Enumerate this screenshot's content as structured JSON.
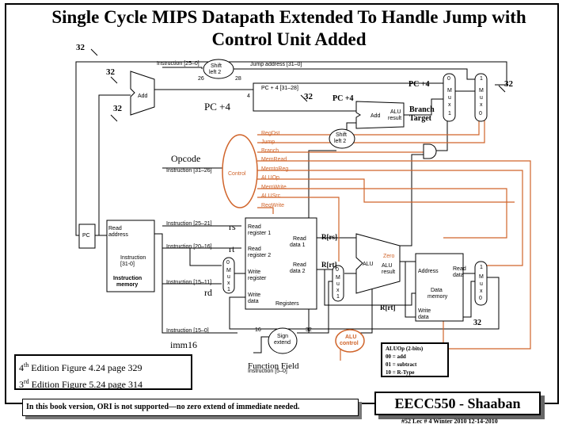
{
  "title": "Single Cycle MIPS Datapath Extended To Handle Jump with Control Unit Added",
  "labels": {
    "bits32_a": "32",
    "bits32_b": "32",
    "bits32_c": "32",
    "bits32_d": "32",
    "bits32_e": "32",
    "bits32_f": "32",
    "pc4_a": "PC +4",
    "pc4_b": "PC +4",
    "pc4_c": "PC +4",
    "branch_target": "Branch\nTarget",
    "opcode": "Opcode",
    "rs": "rs",
    "rt": "rt",
    "rd": "rd",
    "imm16": "imm16",
    "function_field": "Function Field",
    "r_rs": "R[rs]",
    "r_rt_a": "R[rt]",
    "r_rt_b": "R[rt]"
  },
  "units": {
    "pc": "PC",
    "instruction_memory": [
      "Read",
      "address",
      "Instruction",
      "[31-0]",
      "Instruction",
      "memory"
    ],
    "registers": [
      "Read",
      "register 1",
      "Read",
      "register 2",
      "Write",
      "register",
      "Write",
      "data",
      "Read",
      "data 1",
      "Read",
      "data 2",
      "Registers"
    ],
    "alu": [
      "ALU",
      "ALU",
      "result",
      "Zero"
    ],
    "data_memory": [
      "Address",
      "Read",
      "data",
      "Data",
      "memory",
      "Write",
      "data"
    ],
    "add1": "Add",
    "add2": "Add",
    "alu_add_result": [
      "ALU",
      "result"
    ],
    "shift_left_2_a": [
      "Shift",
      "left 2"
    ],
    "shift_left_2_b": [
      "Shift",
      "left 2"
    ],
    "sign_extend": [
      "Sign",
      "extend"
    ],
    "alu_control": [
      "ALU",
      "control"
    ],
    "control": "Control",
    "mux": [
      "M",
      "u",
      "x"
    ],
    "mux_inputs": [
      "0",
      "1"
    ]
  },
  "control_signals": [
    "RegDst",
    "Jump",
    "Branch",
    "MemRead",
    "MemtoReg",
    "ALUOp",
    "MemWrite",
    "ALUSrc",
    "RegWrite"
  ],
  "wire_labels": {
    "instr_25_0": "Instruction [25–0]",
    "jump_address": "Jump address [31–0]",
    "pc4_31_28": "PC + 4 [31–28]",
    "n26": "26",
    "n28": "28",
    "n4": "4",
    "instr_31_26": "Instruction [31–26]",
    "instr_25_21": "Instruction [25–21]",
    "instr_20_16": "Instruction [20–16]",
    "instr_15_11": "Instruction [15–11]",
    "instr_15_0": "Instruction [15–0]",
    "instr_5_0": "Instruction [5–0]",
    "n16": "16",
    "n32": "32"
  },
  "edition_notes": {
    "line1_pre": "4",
    "line1_sup": "th",
    "line1_post": " Edition Figure 4.24 page 329",
    "line2_pre": "3",
    "line2_sup": "rd",
    "line2_post": " Edition Figure 5.24 page 314"
  },
  "aluop_legend": [
    "ALUOp (2-bits)",
    "00 = add",
    "01 = subtract",
    "10 = R-Type"
  ],
  "ori_note": "In this book version, ORI is not supported—no zero extend of immediate needed.",
  "course": "EECC550 - Shaaban",
  "footer": "#52   Lec # 4   Winter 2010   12-14-2010",
  "colors": {
    "control": "#d0642a",
    "line": "#000000"
  }
}
